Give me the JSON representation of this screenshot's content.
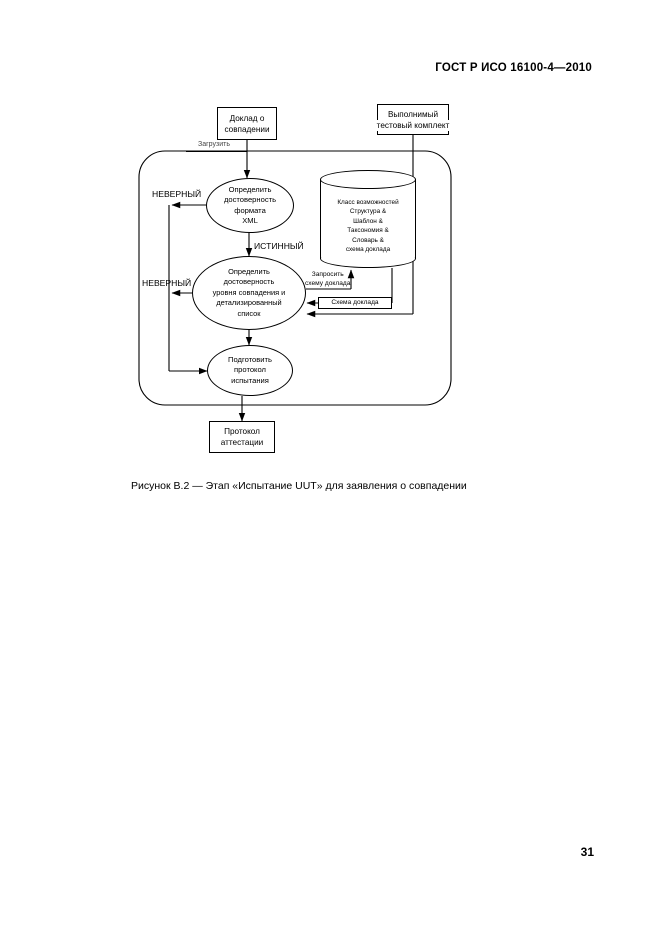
{
  "document": {
    "header": "ГОСТ Р ИСО 16100-4—2010",
    "page_number": "31",
    "figure_caption": "Рисунок В.2 — Этап «Испытание UUT» для заявления о совпадении"
  },
  "diagram": {
    "title": "Этап «Испытание UUT» для заявления о совпадении",
    "inputs": [
      {
        "id": "report",
        "line1": "Доклад о",
        "line2": "совпадении"
      },
      {
        "id": "test-suite",
        "line1": "Выполнимый",
        "line2": "тестовый комплект"
      }
    ],
    "output": {
      "id": "certificate",
      "line1": "Протокол",
      "line2": "аттестации"
    },
    "activities": [
      {
        "id": "validate-xml",
        "lines": [
          "Определить",
          "достоверность",
          "формата",
          "XML"
        ]
      },
      {
        "id": "validate-level",
        "lines": [
          "Определить",
          "достоверность",
          "уровня совпадения и",
          "детализированный",
          "список"
        ]
      },
      {
        "id": "prepare-report",
        "lines": [
          "Подготовить",
          "протокол",
          "испытания"
        ]
      }
    ],
    "datastore": {
      "id": "capability-class-store",
      "lines": [
        "Класс возможностей",
        "Структура &",
        "Шаблон &",
        "Таксономия &",
        "Словарь &",
        "схема доклада"
      ]
    },
    "flow_labels": {
      "load": "Загрузить",
      "false_1": "НЕВЕРНЫЙ",
      "true": "ИСТИННЫЙ",
      "false_2": "НЕВЕРНЫЙ",
      "request_schema_line1": "Запросить",
      "request_schema_line2": "схему доклада",
      "report_schema": "Схема доклада"
    }
  }
}
